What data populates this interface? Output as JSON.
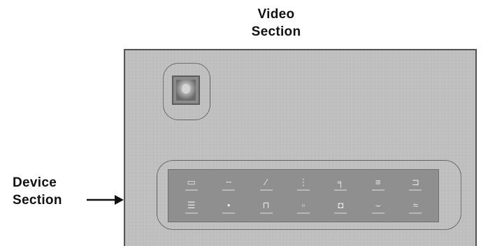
{
  "callouts": {
    "video": {
      "line1": "Video",
      "line2": "Section"
    },
    "device": {
      "line1": "Device",
      "line2": "Section"
    }
  },
  "device_icons": [
    {
      "name": "switch-icon",
      "glyph": "▭"
    },
    {
      "name": "line-icon",
      "glyph": "╌"
    },
    {
      "name": "stylus-icon",
      "glyph": "⁄"
    },
    {
      "name": "menu-icon",
      "glyph": "⋮"
    },
    {
      "name": "pin-icon",
      "glyph": "╕"
    },
    {
      "name": "list-icon",
      "glyph": "≡"
    },
    {
      "name": "frame-icon",
      "glyph": "⊐"
    },
    {
      "name": "lines-icon",
      "glyph": "☰"
    },
    {
      "name": "bulb-icon",
      "glyph": "•"
    },
    {
      "name": "plug-icon",
      "glyph": "⊓"
    },
    {
      "name": "camera-icon",
      "glyph": "▫"
    },
    {
      "name": "device-icon",
      "glyph": "◘"
    },
    {
      "name": "curve-icon",
      "glyph": "⌣"
    },
    {
      "name": "slider-icon",
      "glyph": "≈"
    }
  ],
  "colors": {
    "screen_bg": "#c3c3c3",
    "panel_bg": "#8f8f8f",
    "outline": "#6a6a6a",
    "text": "#111111"
  }
}
